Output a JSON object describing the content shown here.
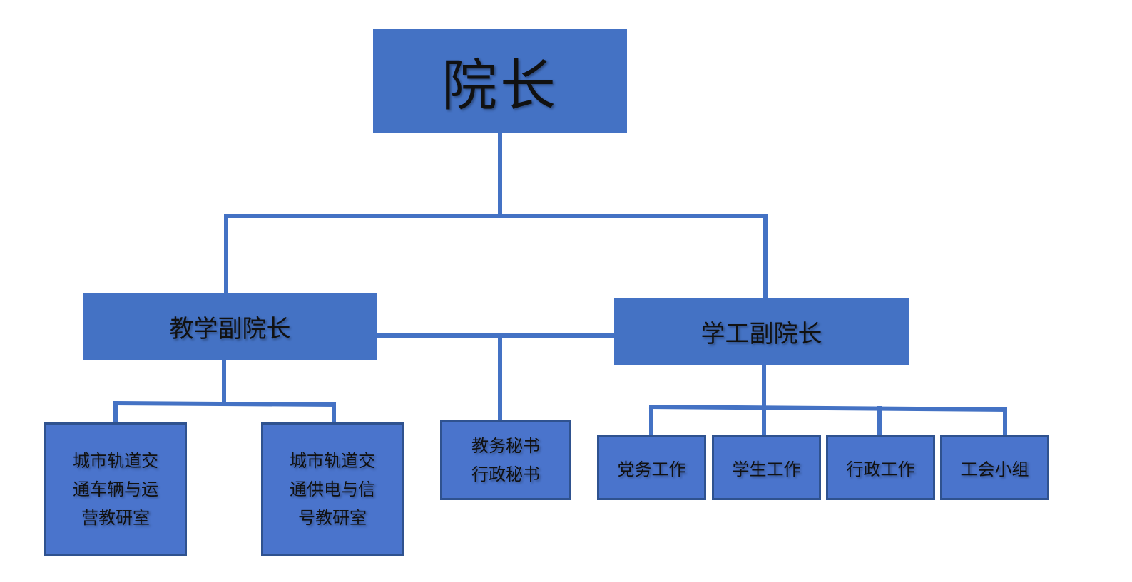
{
  "org_chart": {
    "director": "院长",
    "vp_teaching": "教学副院长",
    "vp_student_affairs": "学工副院长",
    "teaching_units": [
      "城市轨道交\n通车辆与运\n营教研室",
      "城市轨道交\n通供电与信\n号教研室"
    ],
    "secretaries": "教务秘书\n行政秘书",
    "student_affairs_units": [
      "党务工作",
      "学生工作",
      "行政工作",
      "工会小组"
    ]
  },
  "colors": {
    "node_fill": "#4472c4",
    "node_border": "#2f528f",
    "connector": "#4472c4",
    "text": "#111111"
  }
}
